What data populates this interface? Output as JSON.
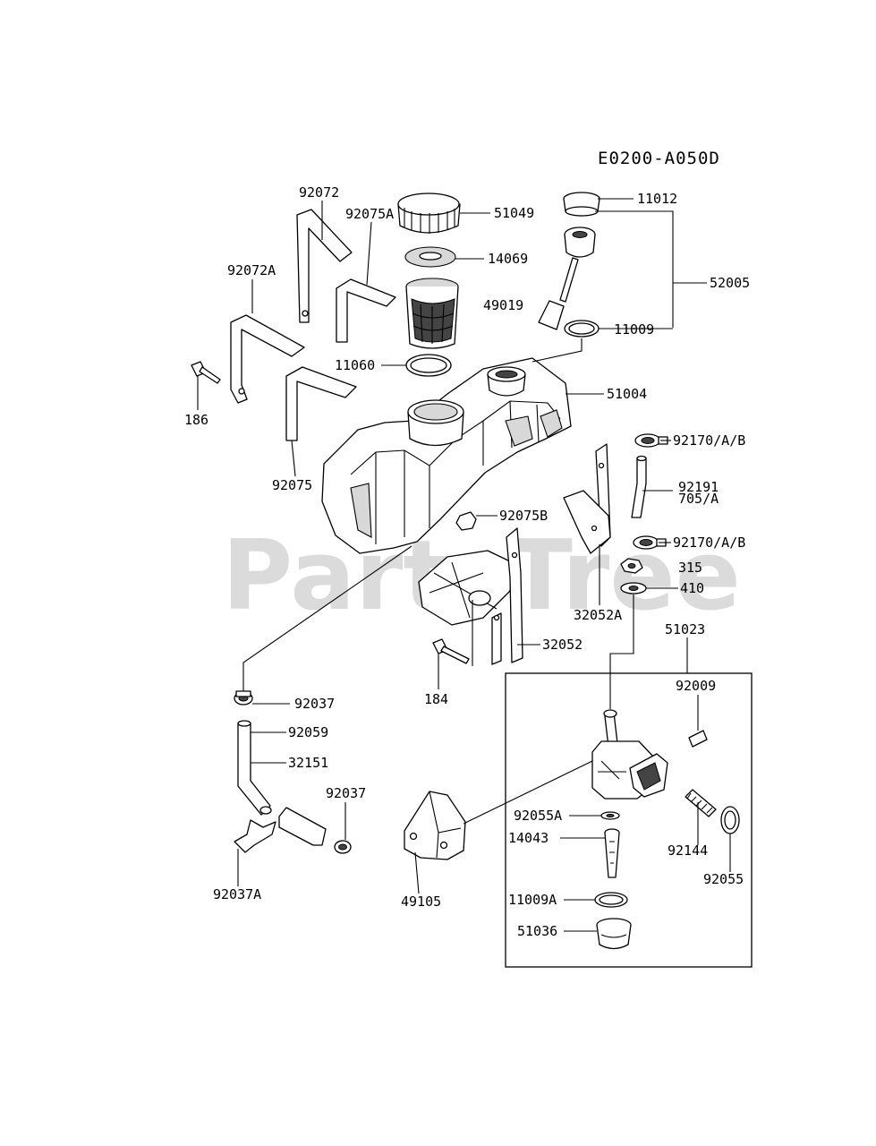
{
  "diagram_code": "E0200-A050D",
  "watermark": "PartsTree",
  "parts": [
    {
      "label": "92072"
    },
    {
      "label": "51049"
    },
    {
      "label": "11012"
    },
    {
      "label": "92075A"
    },
    {
      "label": "14069"
    },
    {
      "label": "52005"
    },
    {
      "label": "92072A"
    },
    {
      "label": "49019"
    },
    {
      "label": "11009"
    },
    {
      "label": "11060"
    },
    {
      "label": "51004"
    },
    {
      "label": "186"
    },
    {
      "label": "92170/A/B"
    },
    {
      "label": "92075"
    },
    {
      "label": "92191"
    },
    {
      "label": "705/A"
    },
    {
      "label": "92075B"
    },
    {
      "label": "92170/A/B"
    },
    {
      "label": "315"
    },
    {
      "label": "410"
    },
    {
      "label": "32052A"
    },
    {
      "label": "51023"
    },
    {
      "label": "32052"
    },
    {
      "label": "92009"
    },
    {
      "label": "184"
    },
    {
      "label": "92037"
    },
    {
      "label": "92059"
    },
    {
      "label": "32151"
    },
    {
      "label": "92037"
    },
    {
      "label": "92055A"
    },
    {
      "label": "14043"
    },
    {
      "label": "92144"
    },
    {
      "label": "92055"
    },
    {
      "label": "92037A"
    },
    {
      "label": "49105"
    },
    {
      "label": "11009A"
    },
    {
      "label": "51036"
    }
  ]
}
